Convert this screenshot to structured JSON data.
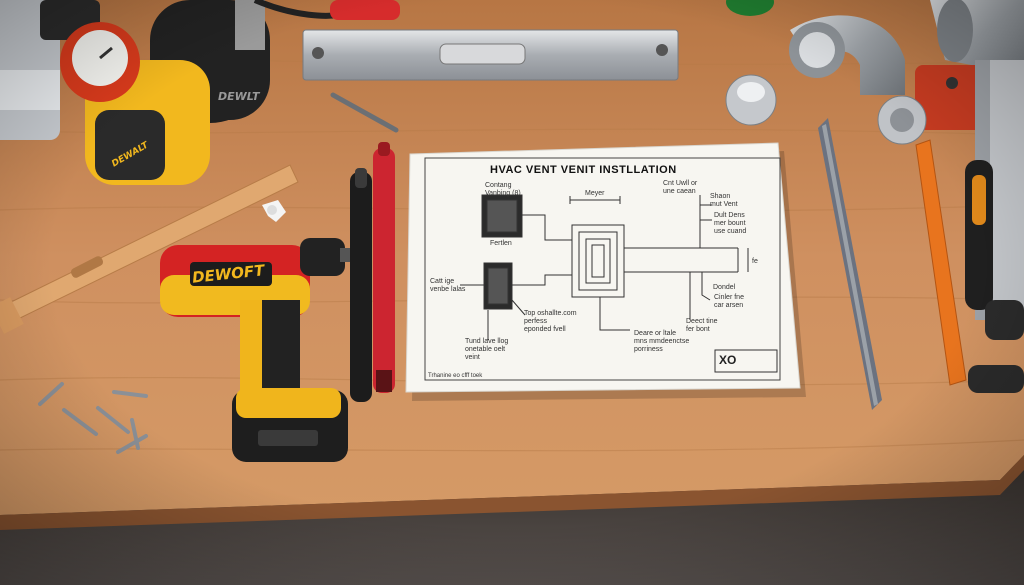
{
  "sheet": {
    "title": "HVAC VENT VENIT INSTLLATION",
    "labels": {
      "top_left": "Contang\nVanbing (8)",
      "top_center": "Meyer",
      "top_right": "Cnt Uwll or\nune caean",
      "filter_caption": "Fertlen",
      "left_mid": "Catt ige\nvenbe lalas",
      "right_1": "Shaon\nmut Vent",
      "right_2": "Dult Dens\nmer bount\nuse cuand",
      "right_3": "Dondel",
      "right_4": "Cinler fne\ncar arsen",
      "right_5": "Deect tine\nfer bont",
      "dim_right": "fe",
      "center_note": "Top oshallte.com\nperfess\neponded fvell",
      "bottom_left": "Tund lave llog\nonetable oelt\nveint",
      "bottom_center": "Deare or ltale\nmns mmdeenctse\nporriness",
      "footer_left": "Trhanine eo cfff toek",
      "logo_mark": "XO"
    }
  },
  "tools": {
    "drill_brand": "DEWOFT",
    "tape_brand": "DEWALT",
    "can_brand": "DEWLT"
  },
  "colors": {
    "table": "#c98a55",
    "table_dark": "#a86a3a",
    "paper": "#f7f6f1",
    "drill_yellow": "#f2b81e",
    "drill_red": "#c42222",
    "orange_tool": "#e8741e",
    "metal": "#b9bcc0"
  }
}
